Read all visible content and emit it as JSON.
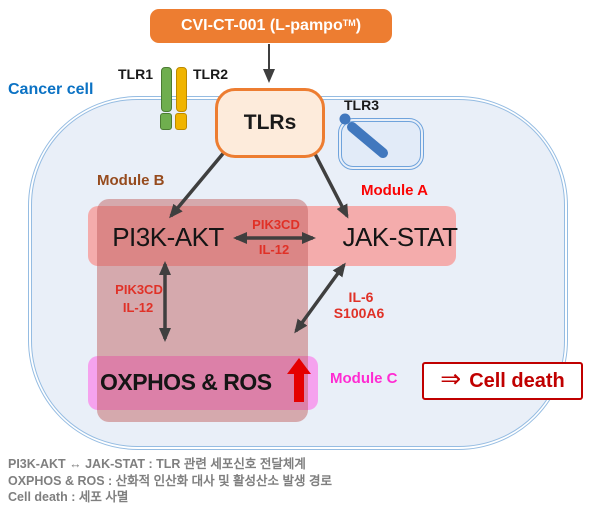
{
  "header": {
    "compound_label": "CVI-CT-001 (L-pampo",
    "compound_tm": "TM",
    "compound_suffix": ")"
  },
  "cell": {
    "label": "Cancer cell"
  },
  "receptors": {
    "tlr1": "TLR1",
    "tlr2": "TLR2",
    "tlrs": "TLRs",
    "tlr3": "TLR3"
  },
  "modules": {
    "module_a": "Module A",
    "module_b": "Module B",
    "module_c": "Module C"
  },
  "nodes": {
    "pi3k_akt": "PI3K-AKT",
    "jak_stat": "JAK-STAT",
    "oxphos_ros": "OXPHOS & ROS"
  },
  "edges": {
    "pi3k_jak": {
      "top": "PIK3CD",
      "bottom": "IL-12"
    },
    "pi3k_oxphos": {
      "top": "PIK3CD",
      "bottom": "IL-12"
    },
    "jak_oxphos": {
      "top": "IL-6",
      "bottom": "S100A6"
    }
  },
  "outcome": {
    "arrow": "⇒",
    "label": "Cell death"
  },
  "legend": [
    "PI3K-AKT ↔ JAK-STAT : TLR 관련 세포신호 전달체계",
    "OXPHOS & ROS : 산화적 인산화 대사 및 활성산소 발생 경로",
    "Cell death : 세포 사멸"
  ],
  "colors": {
    "compound_box": "#ED7D31",
    "tlrs_fill": "#FDEBDB",
    "membrane": "#95BCE2",
    "cell_fill": "#E9EFF8",
    "tlr1_green": "#6FAE4E",
    "tlr2_yellow": "#F0B400",
    "tlr3_blue": "#4178BE",
    "band_pink": "#F4ACAC",
    "band_overlay": "#C15C5C",
    "oxphos_magenta": "#F5A2EE",
    "module_a_red": "#FA0505",
    "module_b_brown": "#964B1E",
    "module_c_magenta": "#FF2BD2",
    "edge_label_red": "#E03127",
    "arrow_gray": "#3F3F3F",
    "cell_death_red": "#C00000",
    "cancer_label_blue": "#0B72C4",
    "legend_gray": "#7F7F7F"
  }
}
